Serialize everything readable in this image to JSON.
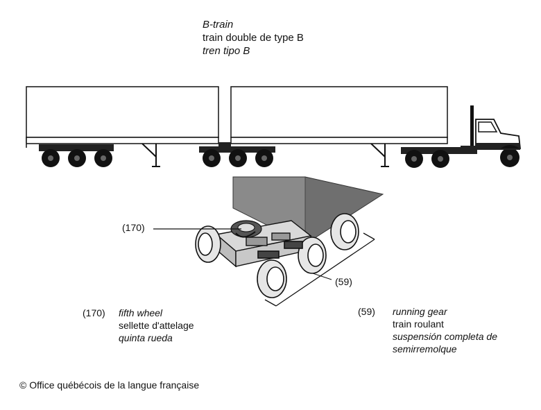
{
  "title": {
    "en": "B-train",
    "fr": "train double de type B",
    "es": "tren tipo B"
  },
  "callouts": {
    "fifth_wheel_ref": "(170)",
    "running_gear_ref": "(59)"
  },
  "legend": {
    "fifth_wheel": {
      "number": "(170)",
      "en": "fifth wheel",
      "fr": "sellette d'attelage",
      "es": "quinta rueda"
    },
    "running_gear": {
      "number": "(59)",
      "en": "running gear",
      "fr": "train roulant",
      "es_line1": "suspensión completa de",
      "es_line2": "semirremolque"
    }
  },
  "copyright": "© Office québécois de la langue française"
}
